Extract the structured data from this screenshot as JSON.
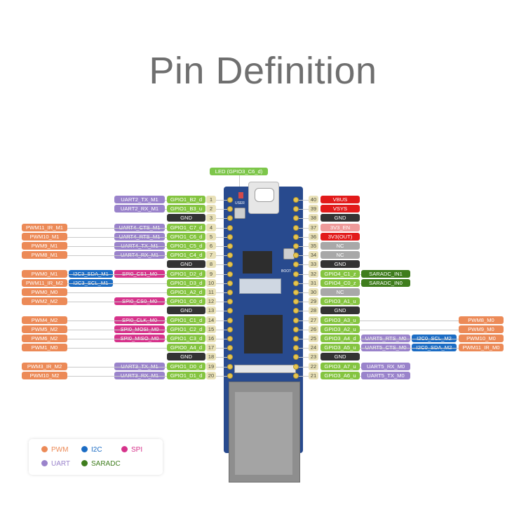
{
  "title": "Pin Definition",
  "led_label": "LED (GPIO3_C6_d)",
  "board_text": {
    "user": "USER",
    "boot": "BOOT"
  },
  "colors": {
    "PWM": "#ec8a57",
    "UART": "#9a83cb",
    "I2C": "#1b6cc4",
    "SPI": "#d6338b",
    "SARADC": "#3f7d1d",
    "GPIO": "#84c440",
    "GND": "#333333",
    "POWER": "#e21a1a",
    "EN": "#ef9a9a",
    "NC": "#a8a8a8"
  },
  "legend": [
    {
      "name": "PWM",
      "color": "#ec8a57"
    },
    {
      "name": "I2C",
      "color": "#1b6cc4"
    },
    {
      "name": "SPI",
      "color": "#d6338b"
    },
    {
      "name": "UART",
      "color": "#9a83cb"
    },
    {
      "name": "SARADC",
      "color": "#3f7d1d"
    }
  ],
  "left_pins": [
    {
      "num": "1",
      "gpio": "GPIO1_B2_d",
      "funcs": [
        {
          "text": "UART2_TX_M1",
          "type": "UART"
        }
      ]
    },
    {
      "num": "2",
      "gpio": "GPIO1_B3_u",
      "funcs": [
        {
          "text": "UART2_RX_M1",
          "type": "UART"
        }
      ]
    },
    {
      "num": "3",
      "gpio": "GND",
      "funcs": []
    },
    {
      "num": "4",
      "gpio": "GPIO1_C7_d",
      "funcs": [
        {
          "text": "UART4_CTS_M1",
          "type": "UART"
        },
        {
          "text": "PWM11_IR_M1",
          "type": "PWM"
        }
      ]
    },
    {
      "num": "5",
      "gpio": "GPIO1_C6_d",
      "funcs": [
        {
          "text": "UART4_RTS_M1",
          "type": "UART"
        },
        {
          "text": "PWM10_M1",
          "type": "PWM"
        }
      ]
    },
    {
      "num": "6",
      "gpio": "GPIO1_C5_d",
      "funcs": [
        {
          "text": "UART4_TX_M1",
          "type": "UART"
        },
        {
          "text": "PWM9_M1",
          "type": "PWM"
        }
      ]
    },
    {
      "num": "7",
      "gpio": "GPIO1_C4_d",
      "funcs": [
        {
          "text": "UART4_RX_M1",
          "type": "UART"
        },
        {
          "text": "PWM8_M1",
          "type": "PWM"
        }
      ]
    },
    {
      "num": "8",
      "gpio": "GND",
      "funcs": []
    },
    {
      "num": "9",
      "gpio": "GPIO1_D2_d",
      "funcs": [
        {
          "text": "SPI0_CS1_M0",
          "type": "SPI"
        },
        {
          "text": "I2C3_SDA_M1",
          "type": "I2C"
        },
        {
          "text": "PWM0_M1",
          "type": "PWM"
        }
      ]
    },
    {
      "num": "10",
      "gpio": "GPIO1_D3_d",
      "funcs": [
        {
          "text": "I2C3_SCL_M1",
          "type": "I2C"
        },
        {
          "text": "PWM11_IR_M2",
          "type": "PWM"
        }
      ]
    },
    {
      "num": "11",
      "gpio": "GPIO1_A2_d",
      "funcs": [
        {
          "text": "PWM0_M0",
          "type": "PWM"
        }
      ]
    },
    {
      "num": "12",
      "gpio": "GPIO1_C0_d",
      "funcs": [
        {
          "text": "SPI0_CS0_M0",
          "type": "SPI"
        },
        {
          "text": "PWM2_M2",
          "type": "PWM"
        }
      ]
    },
    {
      "num": "13",
      "gpio": "GND",
      "funcs": []
    },
    {
      "num": "14",
      "gpio": "GPIO1_C1_d",
      "funcs": [
        {
          "text": "SPI0_CLK_M0",
          "type": "SPI"
        },
        {
          "text": "PWM4_M2",
          "type": "PWM"
        }
      ]
    },
    {
      "num": "15",
      "gpio": "GPIO1_C2_d",
      "funcs": [
        {
          "text": "SPI0_MOSI_M0",
          "type": "SPI"
        },
        {
          "text": "PWM5_M2",
          "type": "PWM"
        }
      ]
    },
    {
      "num": "16",
      "gpio": "GPIO1_C3_d",
      "funcs": [
        {
          "text": "SPI0_MISO_M0",
          "type": "SPI"
        },
        {
          "text": "PWM6_M2",
          "type": "PWM"
        }
      ]
    },
    {
      "num": "17",
      "gpio": "GPIO0_A4_d",
      "funcs": [
        {
          "text": "PWM1_M0",
          "type": "PWM"
        }
      ]
    },
    {
      "num": "18",
      "gpio": "GND",
      "funcs": []
    },
    {
      "num": "19",
      "gpio": "GPIO1_D0_d",
      "funcs": [
        {
          "text": "UART3_TX_M1",
          "type": "UART"
        },
        {
          "text": "PWM3_IR_M2",
          "type": "PWM"
        }
      ]
    },
    {
      "num": "20",
      "gpio": "GPIO1_D1_d",
      "funcs": [
        {
          "text": "UART3_RX_M1",
          "type": "UART"
        },
        {
          "text": "PWM10_M2",
          "type": "PWM"
        }
      ]
    }
  ],
  "right_pins": [
    {
      "num": "40",
      "gpio": "VBUS",
      "kind": "POWER",
      "funcs": []
    },
    {
      "num": "39",
      "gpio": "VSYS",
      "kind": "POWER",
      "funcs": []
    },
    {
      "num": "38",
      "gpio": "GND",
      "kind": "GND",
      "funcs": []
    },
    {
      "num": "37",
      "gpio": "3V3_EN",
      "kind": "EN",
      "funcs": []
    },
    {
      "num": "36",
      "gpio": "3V3(OUT)",
      "kind": "POWER",
      "funcs": []
    },
    {
      "num": "35",
      "gpio": "NC",
      "kind": "NC",
      "funcs": []
    },
    {
      "num": "34",
      "gpio": "NC",
      "kind": "NC",
      "funcs": []
    },
    {
      "num": "33",
      "gpio": "GND",
      "kind": "GND",
      "funcs": []
    },
    {
      "num": "32",
      "gpio": "GPIO4_C1_z",
      "kind": "GPIO",
      "funcs": [
        {
          "text": "SARADC_IN1",
          "type": "SARADC"
        }
      ]
    },
    {
      "num": "31",
      "gpio": "GPIO4_C0_z",
      "kind": "GPIO",
      "funcs": [
        {
          "text": "SARADC_IN0",
          "type": "SARADC"
        }
      ]
    },
    {
      "num": "30",
      "gpio": "NC",
      "kind": "NC",
      "funcs": []
    },
    {
      "num": "29",
      "gpio": "GPIO3_A1_u",
      "kind": "GPIO",
      "funcs": []
    },
    {
      "num": "28",
      "gpio": "GND",
      "kind": "GND",
      "funcs": []
    },
    {
      "num": "27",
      "gpio": "GPIO3_A3_u",
      "kind": "GPIO",
      "funcs": [
        {
          "text": "PWM8_M0",
          "type": "PWM"
        }
      ]
    },
    {
      "num": "26",
      "gpio": "GPIO3_A2_u",
      "kind": "GPIO",
      "funcs": [
        {
          "text": "PWM9_M0",
          "type": "PWM"
        }
      ]
    },
    {
      "num": "25",
      "gpio": "GPIO3_A4_d",
      "kind": "GPIO",
      "funcs": [
        {
          "text": "UART5_RTS_M0",
          "type": "UART"
        },
        {
          "text": "I2C0_SCL_M2",
          "type": "I2C"
        },
        {
          "text": "PWM10_M0",
          "type": "PWM"
        }
      ]
    },
    {
      "num": "24",
      "gpio": "GPIO3_A5_u",
      "kind": "GPIO",
      "funcs": [
        {
          "text": "UART5_CTS_M0",
          "type": "UART"
        },
        {
          "text": "I2C0_SDA_M2",
          "type": "I2C"
        },
        {
          "text": "PWM11_IR_M0",
          "type": "PWM"
        }
      ]
    },
    {
      "num": "23",
      "gpio": "GND",
      "kind": "GND",
      "funcs": []
    },
    {
      "num": "22",
      "gpio": "GPIO3_A7_u",
      "kind": "GPIO",
      "funcs": [
        {
          "text": "UART5_RX_M0",
          "type": "UART"
        }
      ]
    },
    {
      "num": "21",
      "gpio": "GPIO3_A6_u",
      "kind": "GPIO",
      "funcs": [
        {
          "text": "UART5_TX_M0",
          "type": "UART"
        }
      ]
    }
  ]
}
